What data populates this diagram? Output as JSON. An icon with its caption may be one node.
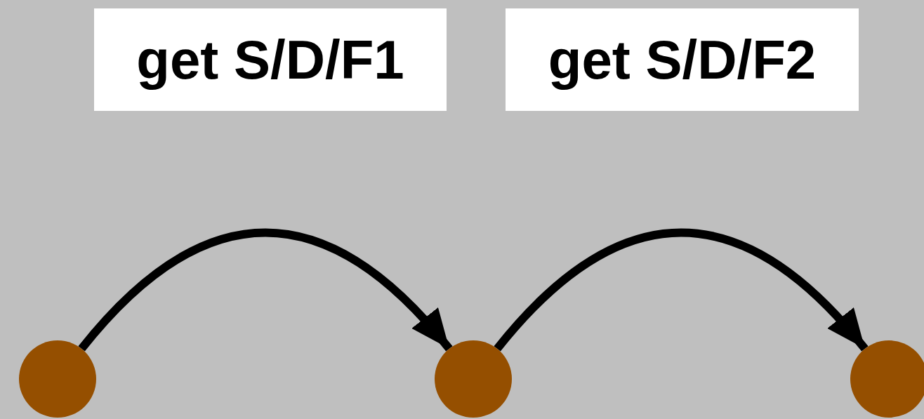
{
  "diagram": {
    "nodes": [
      {
        "text": [
          "get S/D/F1"
        ]
      },
      {
        "text": [
          "get S/D/F2"
        ]
      },
      {
        "text": [],
        "shape": "circle"
      },
      {
        "text": [],
        "shape": "circle"
      },
      {
        "text": [],
        "shape": "circle"
      }
    ],
    "edges": [
      {
        "from": 2,
        "to": 3,
        "arrow": "to"
      },
      {
        "from": 3,
        "to": 4,
        "arrow": "to"
      }
    ]
  }
}
